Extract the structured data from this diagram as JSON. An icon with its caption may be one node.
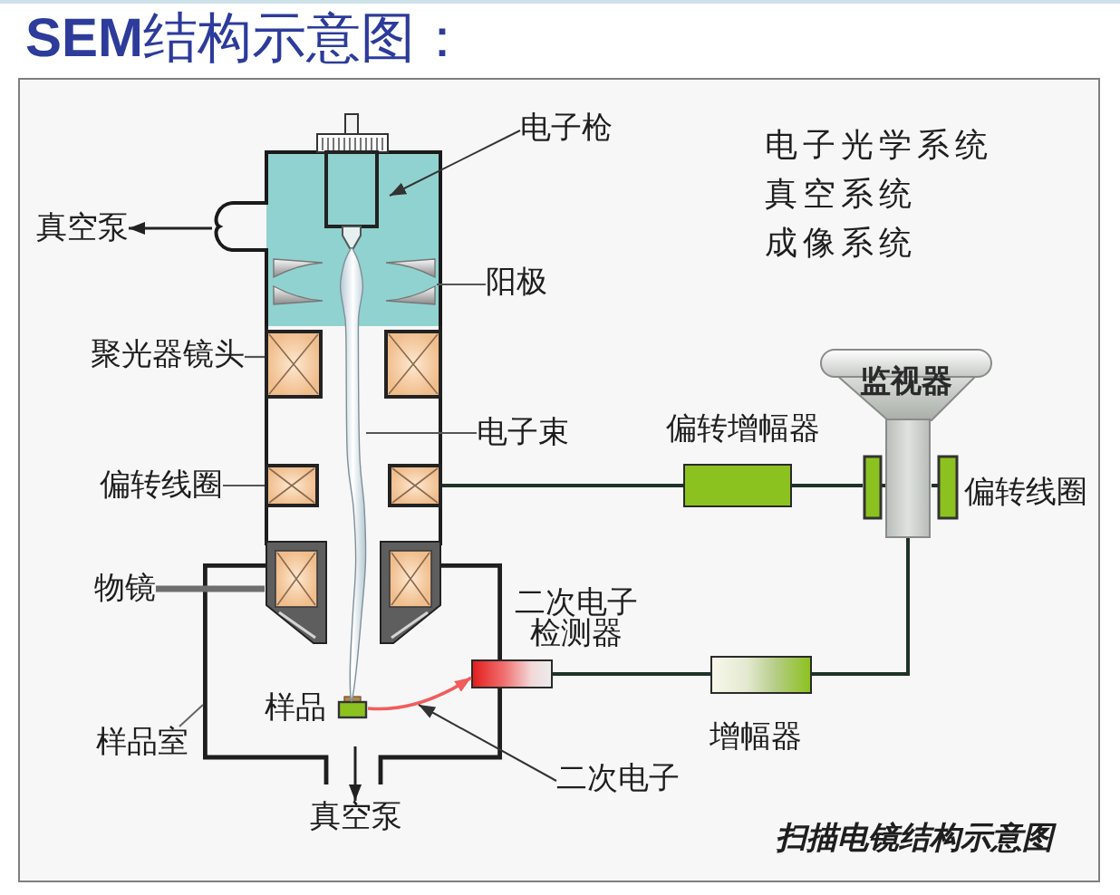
{
  "diagram": {
    "title": "**SEM**结构示意图：",
    "caption": "扫描电镜结构示意图",
    "nodes": [
      {
        "text": [
          "电子枪"
        ]
      },
      {
        "text": [],
        "shape": "picture"
      },
      {
        "text": [],
        "shape": "box"
      },
      {
        "text": [
          "真空泵"
        ]
      },
      {
        "text": [],
        "shape": "bar",
        "in": 2
      },
      {
        "text": [
          "阳极"
        ]
      },
      {
        "text": [
          "聚光器镜头"
        ]
      },
      {
        "text": [],
        "shape": "box"
      },
      {
        "text": [
          "偏转增幅器"
        ]
      },
      {
        "text": [
          "电子束"
        ]
      },
      {
        "text": [],
        "shape": "beam"
      },
      {
        "text": [
          "监视器"
        ]
      },
      {
        "text": [
          "偏转线圈"
        ]
      },
      {
        "text": [],
        "shape": "box"
      },
      {
        "text": [
          "偏转线圈"
        ]
      },
      {
        "text": [
          "物镜"
        ]
      },
      {
        "text": [],
        "shape": "box"
      },
      {
        "text": [
          "二次电子检测器"
        ]
      },
      {
        "text": [],
        "shape": "box"
      },
      {
        "text": [],
        "shape": "box",
        "in": 18,
        "beside": [
          "样品"
        ]
      },
      {
        "text": [
          "增幅器"
        ]
      },
      {
        "text": [
          "样品室"
        ]
      },
      {
        "text": [
          "二次电子"
        ]
      },
      {
        "text": [
          "真空泵"
        ]
      },
      {
        "text": [],
        "shape": "bar"
      }
    ],
    "edges": [
      {
        "from": 0,
        "to": 1,
        "arrow": "to"
      },
      {
        "from": 2,
        "to": 3,
        "arrow": "to"
      },
      {
        "from": 5,
        "to": 4,
        "arrow": "none"
      },
      {
        "from": 6,
        "to": 7,
        "arrow": "none"
      },
      {
        "from": 9,
        "to": 10,
        "arrow": "none"
      },
      {
        "from": 12,
        "to": 13,
        "arrow": "none"
      },
      {
        "from": 13,
        "to": 8,
        "arrow": "none"
      },
      {
        "from": 8,
        "to": 14,
        "arrow": "none"
      },
      {
        "from": 15,
        "to": 16,
        "arrow": "none",
        "style": "thick"
      },
      {
        "from": 19,
        "to": 17,
        "arrow": "to",
        "color": "#f25c5c"
      },
      {
        "from": 17,
        "to": 20,
        "arrow": "none"
      },
      {
        "from": 20,
        "to": 24,
        "arrow": "none"
      },
      {
        "from": 21,
        "to": 18,
        "arrow": "none"
      },
      {
        "from": 22,
        "to": null,
        "arrow": "to"
      },
      {
        "from": null,
        "to": 23,
        "arrow": "to"
      }
    ],
    "labels": [
      "电子光学系统",
      "真空系统",
      "成像系统"
    ]
  }
}
